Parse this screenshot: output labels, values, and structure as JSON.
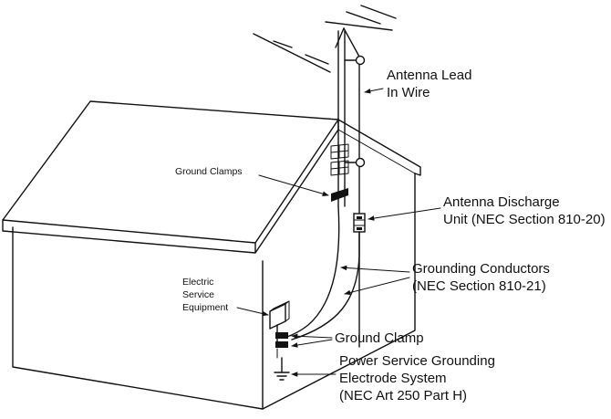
{
  "labels": {
    "antenna_lead_line1": "Antenna Lead",
    "antenna_lead_line2": "In Wire",
    "ground_clamps": "Ground Clamps",
    "discharge_line1": "Antenna Discharge",
    "discharge_line2": "Unit (NEC Section 810-20)",
    "conductors_line1": "Grounding Conductors",
    "conductors_line2": "(NEC Section 810-21)",
    "electric_line1": "Electric",
    "electric_line2": "Service",
    "electric_line3": "Equipment",
    "ground_clamp": "Ground Clamp",
    "electrode_line1": "Power Service Grounding",
    "electrode_line2": "Electrode System",
    "electrode_line3": "(NEC Art 250 Part H)"
  },
  "colors": {
    "ink": "#111111",
    "background": "#ffffff"
  }
}
